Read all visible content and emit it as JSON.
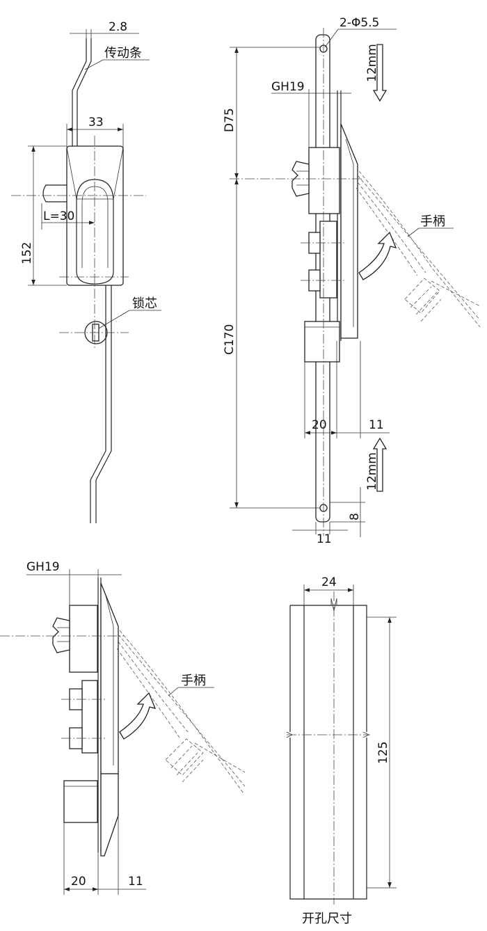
{
  "dims": {
    "d_2_8": "2.8",
    "d_33": "33",
    "d_L30": "L=30",
    "d_152": "152",
    "d_2phi": "2-Φ5.5",
    "d_GH19_top": "GH19",
    "d_D75": "D75",
    "d_12mm_top": "12mm",
    "d_C170": "C170",
    "d_20_top": "20",
    "d_11_top": "11",
    "d_12mm_bottom": "12mm",
    "d_8": "8",
    "d_11_bottom": "11",
    "d_GH19_bottom": "GH19",
    "d_20_bottom": "20",
    "d_11_side": "11",
    "d_24": "24",
    "d_125": "125"
  },
  "labels": {
    "drive_bar": "传动条",
    "lock_core": "锁芯",
    "handle_top": "手柄",
    "handle_bottom": "手柄",
    "cutout_size": "开孔尺寸"
  }
}
